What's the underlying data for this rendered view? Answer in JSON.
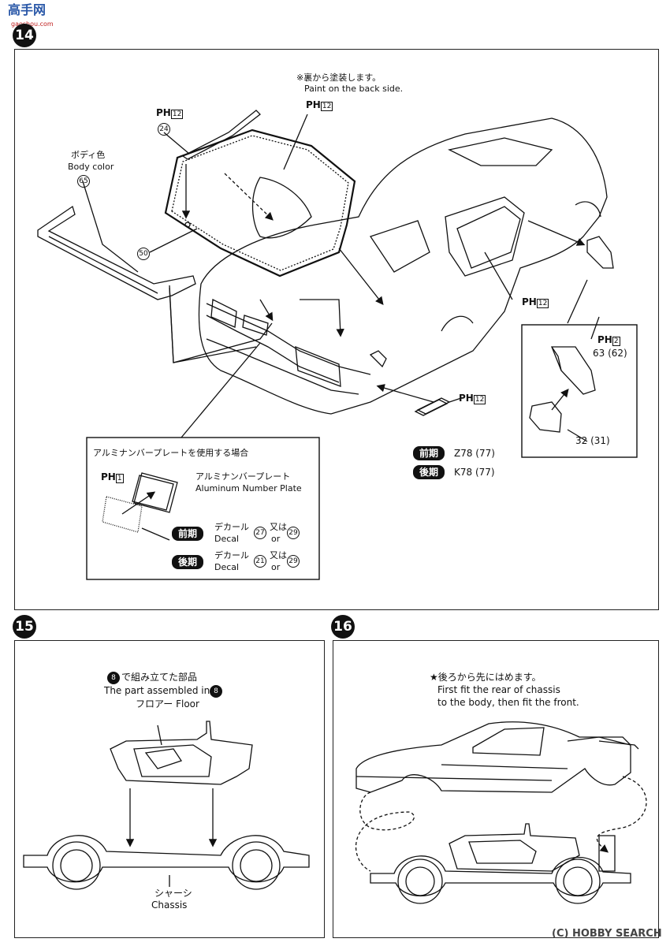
{
  "watermark": {
    "site_cn": "高手网",
    "site_url": "gaoshou.com"
  },
  "steps": {
    "s14": "14",
    "s15": "15",
    "s16": "16"
  },
  "step14": {
    "back_note_jp": "※裏から塗装します。",
    "back_note_en": "Paint on the back side.",
    "ph_label": "PH",
    "ph12": "12",
    "ph2": "2",
    "part24": "24",
    "body_color_jp": "ボディ色",
    "body_color_en": "Body color",
    "part65": "65",
    "part50": "50",
    "mirror_parts": "63 (62)",
    "lens_parts": "32 (31)",
    "early_label": "前期",
    "late_label": "後期",
    "early_parts": "Z78 (77)",
    "late_parts": "K78 (77)",
    "plate_box": {
      "title": "アルミナンバープレートを使用する場合",
      "ph1": "1",
      "plate_jp": "アルミナンバープレート",
      "plate_en": "Aluminum Number Plate",
      "early": "前期",
      "late": "後期",
      "decal_jp": "デカール",
      "decal_en": "Decal",
      "or_jp": "又は",
      "or_en": "or",
      "early_a": "27",
      "early_b": "29",
      "late_a": "21",
      "late_b": "29"
    }
  },
  "step15": {
    "note_jp": "で組み立てた部品",
    "note_en": "The part assembled in",
    "ref": "8",
    "floor": "フロアー Floor",
    "chassis_jp": "シャーシ",
    "chassis_en": "Chassis"
  },
  "step16": {
    "note_jp": "★後ろから先にはめます。",
    "note_en1": "First fit the rear of chassis",
    "note_en2": "to the body, then fit the front."
  },
  "footer": {
    "copyright": "(C)",
    "brand": "HOBBY SEARCH"
  }
}
